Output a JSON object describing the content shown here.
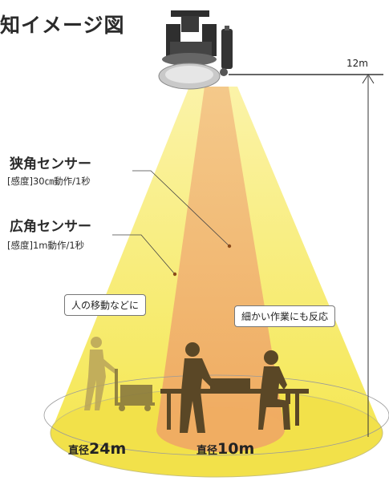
{
  "title": "知イメージ図",
  "height_label": "12m",
  "narrow_sensor": {
    "title": "狭角センサー",
    "spec": "[感度]30㎝動作/1秒"
  },
  "wide_sensor": {
    "title": "広角センサー",
    "spec": "[感度]1m動作/1秒"
  },
  "callouts": {
    "people": "人の移動などに",
    "work": "細かい作業にも反応"
  },
  "diameters": {
    "wide_prefix": "直径",
    "wide_value": "24m",
    "narrow_prefix": "直径",
    "narrow_value": "10m"
  },
  "colors": {
    "wide_cone": "#f6ea5e",
    "narrow_cone": "#f2b46a",
    "silhouette": "#5a4726",
    "fixture": "#3a3a3a"
  }
}
